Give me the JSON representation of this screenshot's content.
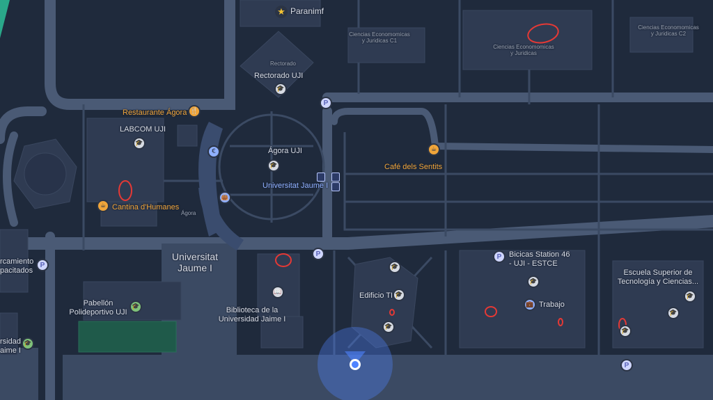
{
  "labels": {
    "paranimf": "Paranimf",
    "rectorado_small": "Rectorado",
    "rectorado_uji": "Rectorado UJI",
    "ciencias_c1_line1": "Ciencias Economomicas",
    "ciencias_c1_line2": "y Juridicas C1",
    "ciencias_mid_line1": "Ciencias Economomicas",
    "ciencias_mid_line2": "y Juridicas",
    "ciencias_c2_line1": "Ciencias Economomicas",
    "ciencias_c2_line2": "y Juridicas C2",
    "restaurante_agora": "Restaurante Ágora",
    "labcom": "LABCOM UJI",
    "agora_uji": "Ágora UJI",
    "universitat_jaume_transit": "Universitat Jaume I",
    "cafe_sentits": "Café dels Sentits",
    "cantina": "Cantina d'Humanes",
    "agora_small": "Ágora",
    "campus_line1": "Universitat",
    "campus_line2": "Jaume I",
    "aparcamiento_line1": "rcamiento",
    "aparcamiento_line2": "pacitados",
    "bicicas_line1": "Bicicas Station 46",
    "bicicas_line2": "- UJI - ESTCE",
    "escuela_line1": "Escuela Superior de",
    "escuela_line2": "Tecnología y Ciencias...",
    "pabellon_line1": "Pabellón",
    "pabellon_line2": "Polideportivo UJI",
    "edificio_ti": "Edificio TI",
    "biblioteca_line1": "Biblioteca de la",
    "biblioteca_line2": "Universidad Jaime I",
    "trabajo": "Trabajo",
    "left_edge_line1": "rsidad",
    "left_edge_line2": "aime I"
  },
  "icons": {
    "star": "★",
    "fork_knife": "🍴",
    "cup": "☕",
    "euro": "€",
    "bag": "👜",
    "book": "📖",
    "grad_cap": "🎓",
    "parking": "P",
    "briefcase": "💼"
  },
  "colors": {
    "background": "#1f2a3c",
    "building": "#2f3b52",
    "road": "#3b4a63",
    "road_major": "#4a5a75",
    "grass": "#1f5a4a",
    "annotation_red": "#e53935",
    "location_blue": "#4f83ff"
  }
}
